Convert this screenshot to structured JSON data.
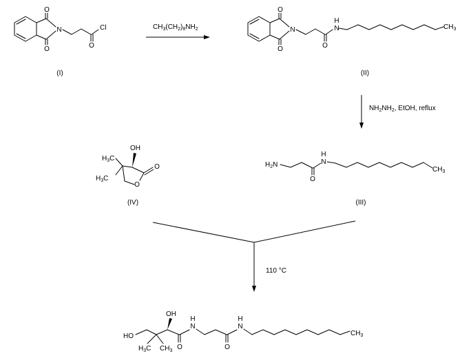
{
  "compounds": [
    {
      "id": "I",
      "label": "(I)",
      "atoms": {
        "o_top": "O",
        "o_bot": "O",
        "n": "N",
        "o_acyl": "O",
        "cl": "Cl"
      }
    },
    {
      "id": "II",
      "label": "(II)",
      "atoms": {
        "o_top": "O",
        "o_bot": "O",
        "n": "N",
        "nh": "H",
        "nh_n": "N",
        "o_amide": "O",
        "ch3": "CH",
        "ch3_sub": "3"
      }
    },
    {
      "id": "III",
      "label": "(III)",
      "atoms": {
        "h2n_h": "H",
        "h2n_sub": "2",
        "h2n_n": "N",
        "nh": "H",
        "nh_n": "N",
        "o_amide": "O",
        "ch3": "CH",
        "ch3_sub": "3"
      }
    },
    {
      "id": "IV",
      "label": "(IV)",
      "atoms": {
        "oh": "OH",
        "me1": "H",
        "me1_sub": "3",
        "me1_c": "C",
        "me2": "H",
        "me2_sub": "3",
        "me2_c": "C",
        "o_ring": "O",
        "o_carbonyl": "O"
      }
    },
    {
      "id": "V",
      "label": "",
      "atoms": {
        "oh_top": "OH",
        "ho": "HO",
        "me1": "H",
        "me1_sub": "3",
        "me1_c": "C",
        "me2": "CH",
        "me2_sub": "3",
        "nh1": "H",
        "nh1_n": "N",
        "o1": "O",
        "nh2": "H",
        "nh2_n": "N",
        "o2": "O",
        "ch3": "CH",
        "ch3_sub": "3"
      }
    }
  ],
  "reactions": [
    {
      "step": 1,
      "reagent_parts": [
        "CH",
        "3",
        "(CH",
        "2",
        ")",
        "8",
        "NH",
        "2"
      ]
    },
    {
      "step": 2,
      "reagent_parts": [
        "NH",
        "2",
        "NH",
        "2",
        ", EtOH, reflux"
      ]
    },
    {
      "step": 3,
      "reagent_parts": [
        "110 ",
        "°C"
      ]
    }
  ]
}
